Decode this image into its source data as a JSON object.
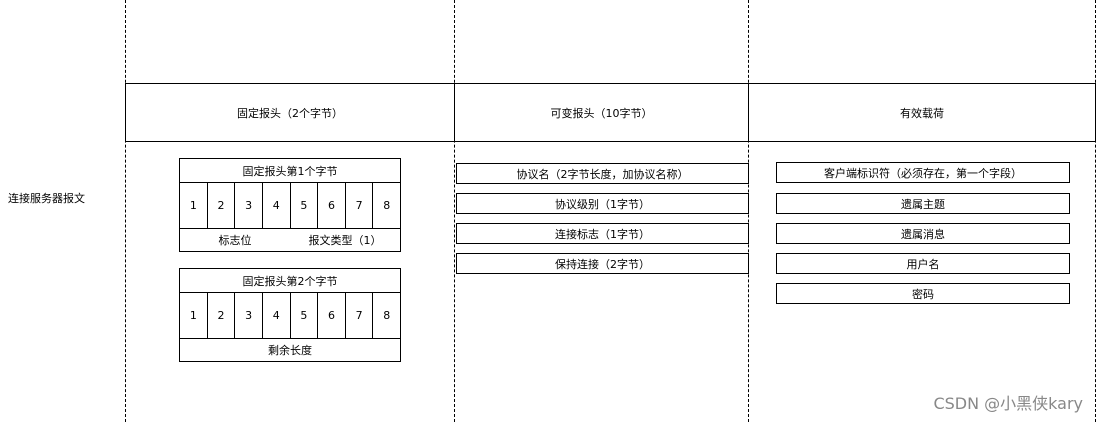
{
  "side_label": "连接服务器报文",
  "headers": {
    "fixed": "固定报头（2个字节）",
    "variable": "可变报头（10字节）",
    "payload": "有效载荷"
  },
  "fixed_byte1": {
    "title": "固定报头第1个字节",
    "bits": [
      "1",
      "2",
      "3",
      "4",
      "5",
      "6",
      "7",
      "8"
    ],
    "flag_label": "标志位",
    "type_label": "报文类型（1）"
  },
  "fixed_byte2": {
    "title": "固定报头第2个字节",
    "bits": [
      "1",
      "2",
      "3",
      "4",
      "5",
      "6",
      "7",
      "8"
    ],
    "remaining_label": "剩余长度"
  },
  "variable_items": [
    "协议名（2字节长度，加协议名称）",
    "协议级别（1字节）",
    "连接标志（1字节）",
    "保持连接（2字节）"
  ],
  "payload_items": [
    "客户端标识符（必须存在，第一个字段）",
    "遗属主题",
    "遗属消息",
    "用户名",
    "密码"
  ],
  "watermark": "CSDN @小黑侠kary"
}
